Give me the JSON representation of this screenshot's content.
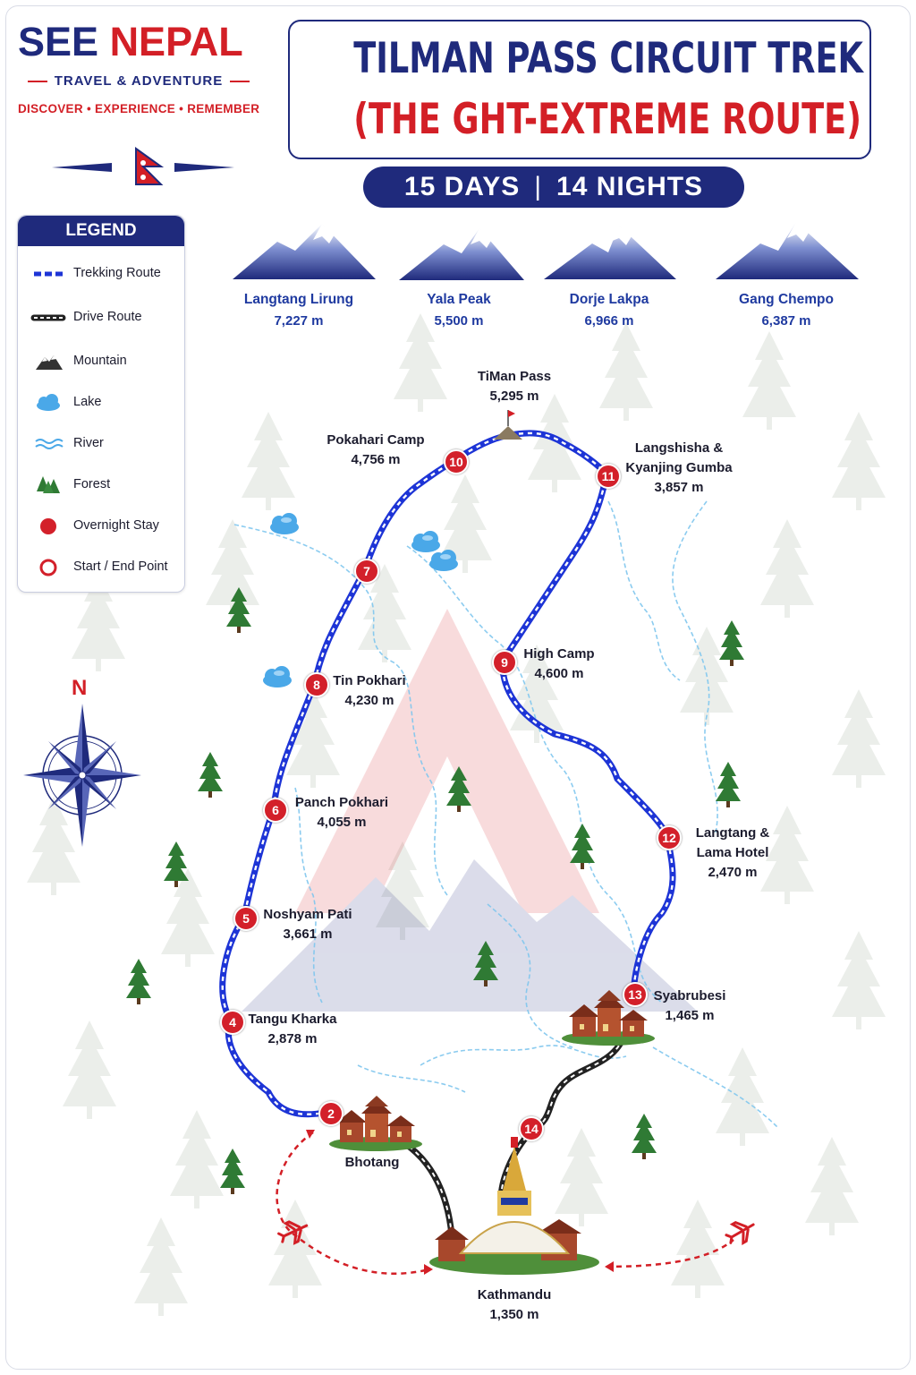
{
  "brand": {
    "name_part1": "SEE",
    "name_part2": "NEPAL",
    "subtitle": "TRAVEL & ADVENTURE",
    "tagline": "DISCOVER • EXPERIENCE • REMEMBER"
  },
  "title": {
    "line1": "TILMAN PASS CIRCUIT TREK",
    "line2": "(THE GHT-EXTREME ROUTE)",
    "days": "15 DAYS",
    "separator": "|",
    "nights": "14 NIGHTS"
  },
  "legend": {
    "heading": "LEGEND",
    "items": [
      {
        "label": "Trekking Route",
        "icon": "trekking-route-line"
      },
      {
        "label": "Drive Route",
        "icon": "drive-route-line"
      },
      {
        "label": "Mountain",
        "icon": "mountain-icon"
      },
      {
        "label": "Lake",
        "icon": "lake-icon"
      },
      {
        "label": "River",
        "icon": "river-icon"
      },
      {
        "label": "Forest",
        "icon": "forest-icon"
      },
      {
        "label": "Overnight Stay",
        "icon": "overnight-stay-icon"
      },
      {
        "label": "Start / End Point",
        "icon": "start-end-point-icon"
      }
    ]
  },
  "peaks": [
    {
      "name": "Langtang Lirung",
      "altitude": "7,227 m"
    },
    {
      "name": "Yala Peak",
      "altitude": "5,500 m"
    },
    {
      "name": "Dorje Lakpa",
      "altitude": "6,966 m"
    },
    {
      "name": "Gang Chempo",
      "altitude": "6,387 m"
    }
  ],
  "pass": {
    "name": "TiMan Pass",
    "altitude": "5,295 m"
  },
  "compass": {
    "north_label": "N"
  },
  "stops": [
    {
      "number": "2",
      "name": "Bhotang",
      "altitude": ""
    },
    {
      "number": "4",
      "name": "Tangu Kharka",
      "altitude": "2,878 m"
    },
    {
      "number": "5",
      "name": "Noshyam Pati",
      "altitude": "3,661 m"
    },
    {
      "number": "6",
      "name": "Panch Pokhari",
      "altitude": "4,055 m"
    },
    {
      "number": "7",
      "name": "",
      "altitude": ""
    },
    {
      "number": "8",
      "name": "Tin Pokhari",
      "altitude": "4,230 m"
    },
    {
      "number": "9",
      "name": "High Camp",
      "altitude": "4,600 m"
    },
    {
      "number": "10",
      "name": "Pokahari Camp",
      "altitude": "4,756 m"
    },
    {
      "number": "11",
      "name_line1": "Langshisha &",
      "name_line2": "Kyanjing Gumba",
      "altitude": "3,857 m"
    },
    {
      "number": "12",
      "name_line1": "Langtang &",
      "name_line2": "Lama Hotel",
      "altitude": "2,470 m"
    },
    {
      "number": "13",
      "name": "Syabrubesi",
      "altitude": "1,465 m"
    },
    {
      "number": "14",
      "name": "",
      "altitude": ""
    }
  ],
  "start_end": {
    "name": "Kathmandu",
    "altitude": "1,350 m"
  },
  "colors": {
    "navy": "#1f2a7c",
    "red": "#d31f26",
    "trek_route": "#1d34d6",
    "drive_route": "#222222",
    "peak_text": "#1f3aa0"
  }
}
